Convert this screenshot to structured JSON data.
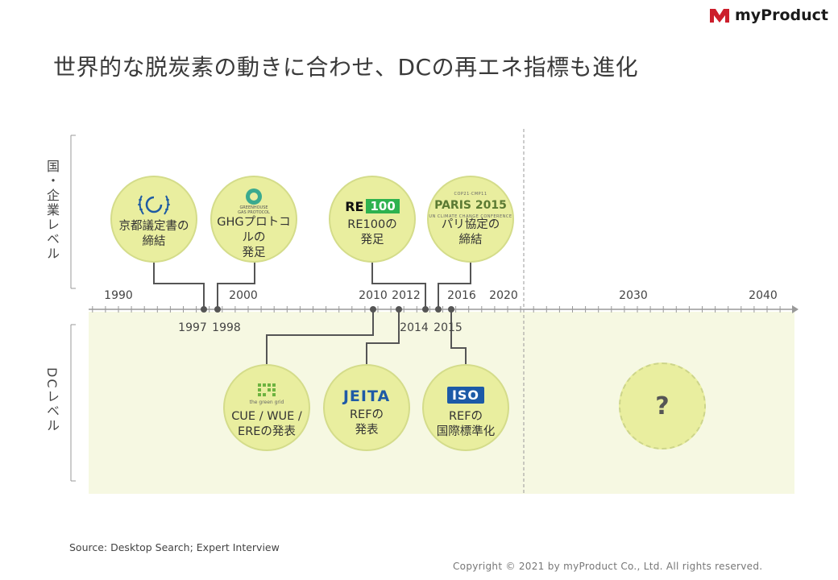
{
  "brand": {
    "name": "myProduct",
    "logo_color": "#cc1f2c"
  },
  "title": "世界的な脱炭素の動きに合わせ、DCの再エネ指標も進化",
  "rows": {
    "corporate": "国・企業レベル",
    "dc": "DCレベル"
  },
  "axis_years_top": [
    "1990",
    "2000",
    "2010",
    "2012",
    "2016",
    "2020",
    "2030",
    "2040"
  ],
  "axis_years_bottom": [
    "1997",
    "1998",
    "2014",
    "2015"
  ],
  "corporate_events": [
    {
      "caption": "京都議定書の\n締結",
      "icon": "un-climate-laurel-icon"
    },
    {
      "caption": "GHGプロトコルの\n発足",
      "icon": "greenhouse-gas-protocol-icon",
      "logo_text": "GREENHOUSE\nGAS PROTOCOL"
    },
    {
      "caption": "RE100の\n発足",
      "icon": "re100-logo",
      "logo_text_a": "RE",
      "logo_text_b": "100"
    },
    {
      "caption": "パリ協定の\n締結",
      "icon": "paris-2015-logo",
      "logo_top": "COP21·CMP11",
      "logo_main": "PARIS 2015",
      "logo_sub": "UN CLIMATE CHANGE CONFERENCE"
    }
  ],
  "dc_events": [
    {
      "caption": "CUE / WUE /\nEREの発表",
      "icon": "green-grid-logo",
      "logo_text": "the green grid"
    },
    {
      "caption": "REFの\n発表",
      "icon": "jeita-logo",
      "logo_text": "JEITA"
    },
    {
      "caption": "REFの\n国際標準化",
      "icon": "iso-logo",
      "logo_text": "ISO"
    },
    {
      "caption": "?",
      "icon": "question-mark"
    }
  ],
  "colors": {
    "circle_fill": "#e9ee9f",
    "band": "#f6f8e2",
    "accent_green": "#2eb24f"
  },
  "source": "Source: Desktop Search; Expert Interview",
  "copyright": "Copyright © 2021 by myProduct Co., Ltd.  All rights reserved."
}
